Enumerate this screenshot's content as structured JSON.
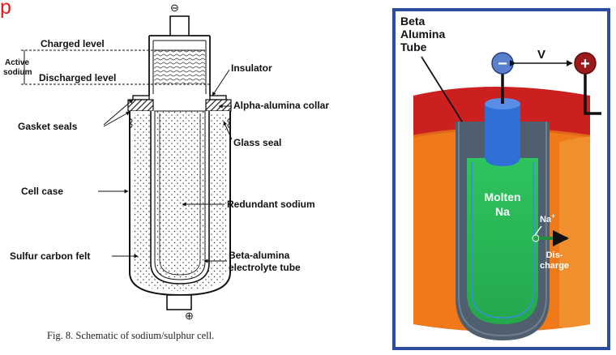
{
  "header_text": "p",
  "left_diagram": {
    "labels": {
      "charged_level": "Charged level",
      "active_sodium_1": "Active",
      "active_sodium_2": "sodium",
      "discharged_level": "Discharged level",
      "insulator": "Insulator",
      "alpha_alumina_collar": "Alpha-alumina collar",
      "gasket_seals": "Gasket seals",
      "glass_seal": "Glass seal",
      "cell_case": "Cell case",
      "redundant_sodium": "Redundant sodium",
      "sulfur_carbon_felt": "Sulfur carbon felt",
      "beta_alumina_1": "Beta-alumina",
      "beta_alumina_2": "electrolyte tube"
    },
    "negative_terminal": "⊖",
    "positive_terminal": "⊕",
    "caption": "Fig. 8.  Schematic of sodium/sulphur cell."
  },
  "right_diagram": {
    "title_line1": "Beta",
    "title_line2": "Alumina",
    "title_line3": "Tube",
    "neg_symbol": "−",
    "pos_symbol": "+",
    "voltage": "V",
    "molten_1": "Molten",
    "molten_2": "Na",
    "ion_base": "Na",
    "ion_sup": "+",
    "discharge_1": "Dis-",
    "discharge_2": "charge",
    "colors": {
      "frame": "#2c4d9e",
      "outer_red": "#cc1f1f",
      "sulfur_orange": "#f07a1a",
      "tube_grey": "#4f5f70",
      "sodium_green": "#2fc45f",
      "electrode_blue": "#2f6fd6",
      "neg_terminal": "#5a7fcc",
      "pos_terminal": "#9c1a1a"
    }
  }
}
